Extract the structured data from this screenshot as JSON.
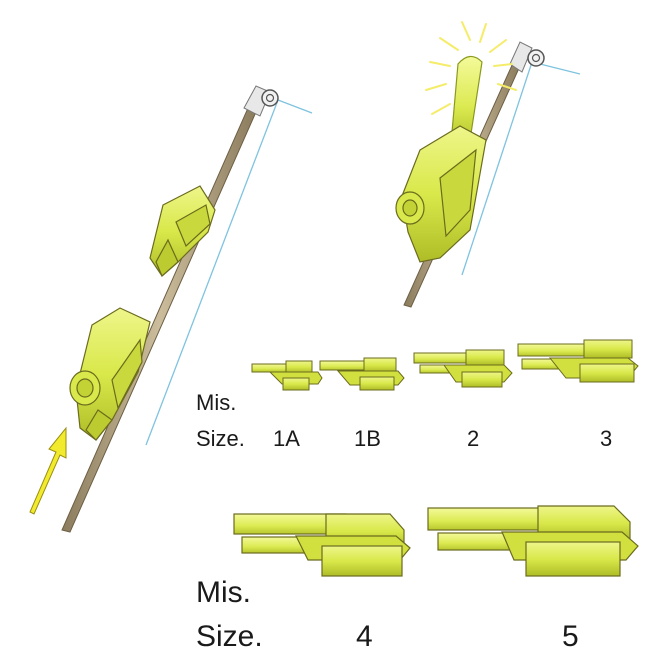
{
  "table_top": {
    "row1_label": "Mis.",
    "row2_label": "Size.",
    "sizes": [
      "1A",
      "1B",
      "2",
      "3"
    ]
  },
  "table_bottom": {
    "row1_label": "Mis.",
    "row2_label": "Size.",
    "sizes": [
      "4",
      "5"
    ]
  },
  "colors": {
    "holder": "#d9e84a",
    "holder_dark": "#b9c92e",
    "outline": "#6b6b1e",
    "rod": "#b8a98a",
    "line": "#7fc3e0",
    "arrow": "#f2ea2c",
    "glow": "#f5ec6a"
  },
  "icons": [
    "fishing-rod-icon",
    "rod-tip-icon",
    "glowstick-holder-icon",
    "glowstick-icon",
    "arrow-icon",
    "glow-ray-icon"
  ]
}
